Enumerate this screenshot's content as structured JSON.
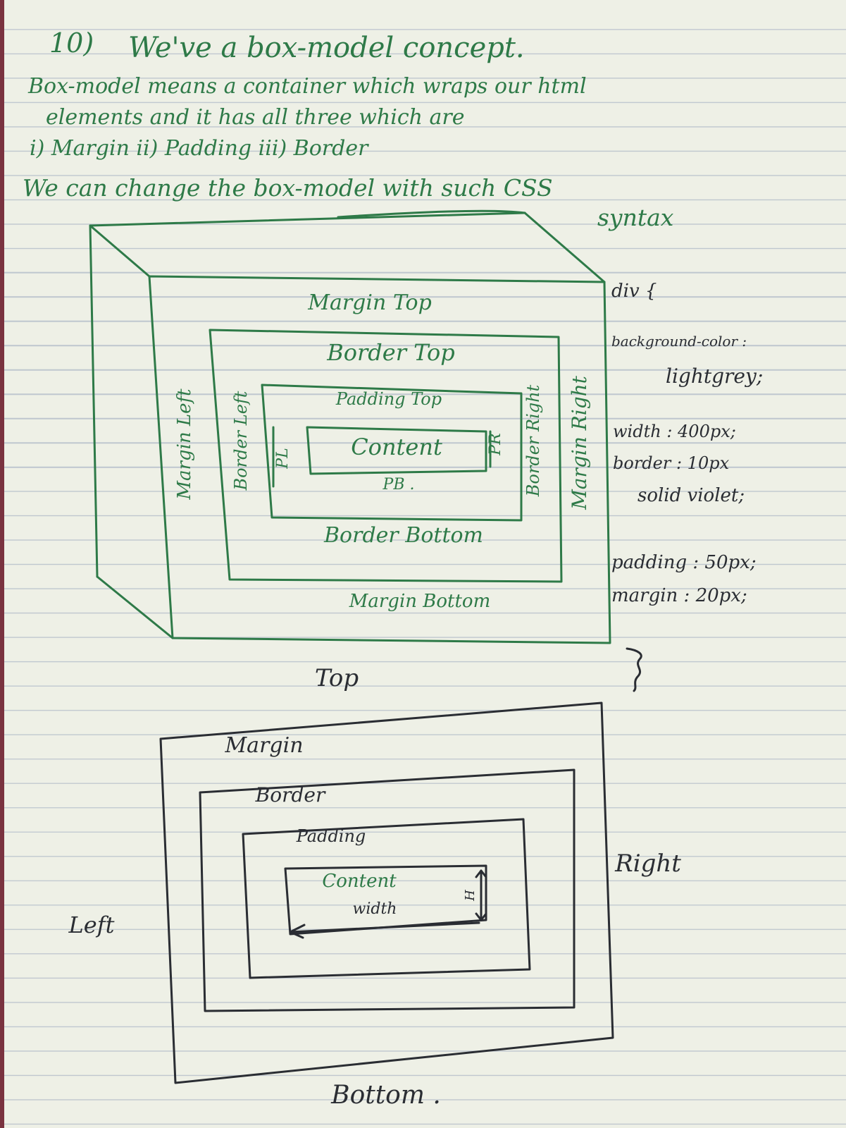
{
  "heading": {
    "number": "10)",
    "title": "We've a box-model concept.",
    "line1": "Box-model means a container which wraps our html",
    "line2": "elements and it has all three which are",
    "line3": "i) Margin  ii) Padding  iii) Border",
    "line4": "We can change the box-model with such CSS",
    "line5": "syntax"
  },
  "diagram3d": {
    "margin_top": "Margin Top",
    "border_top": "Border Top",
    "padding_top": "Padding Top",
    "content": "Content",
    "pb": "PB .",
    "pl": "PL",
    "pr": "PR",
    "border_bottom": "Border Bottom",
    "margin_bottom": "Margin Bottom",
    "margin_left": "Margin Left",
    "border_left": "Border Left",
    "border_right": "Border Right",
    "margin_right": "Margin Right"
  },
  "css_code": {
    "selector": "div {",
    "bg_prop": "background-color :",
    "bg_val": "lightgrey;",
    "width": "width : 400px;",
    "border_prop": "border : 10px",
    "border_val": "solid violet;",
    "padding": "padding : 50px;",
    "margin": "margin : 20px;",
    "close": "}"
  },
  "diagram2d": {
    "top": "Top",
    "bottom": "Bottom .",
    "left": "Left",
    "right": "Right",
    "margin": "Margin",
    "border": "Border",
    "padding": "Padding",
    "content": "Content",
    "width": "width",
    "height_mark": "H"
  },
  "colors": {
    "green_ink": "#2e7a48",
    "black_ink": "#2a2d33",
    "paper": "#eef0e6",
    "rule": "#bfc7cf"
  }
}
